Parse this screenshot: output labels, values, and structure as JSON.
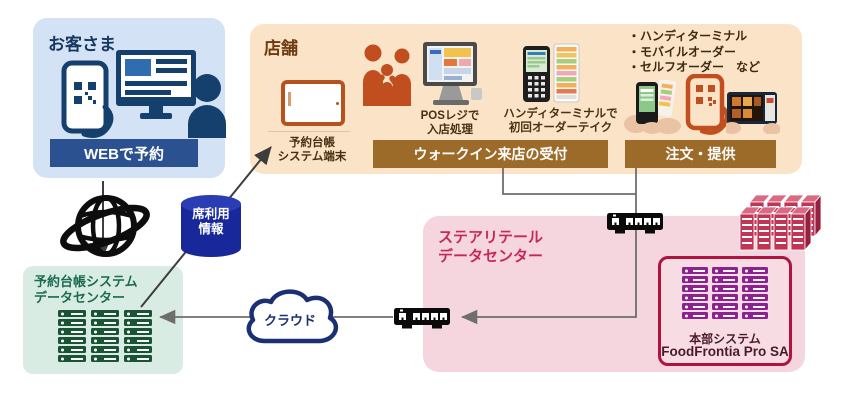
{
  "customer": {
    "title": "お客さま",
    "banner": "WEBで予約"
  },
  "store": {
    "title": "店舗",
    "tablet_label": [
      "予約台帳",
      "システム端末"
    ],
    "pos_label": [
      "POSレジで",
      "入店処理"
    ],
    "handy_label": [
      "ハンディターミナルで",
      "初回オーダーテイク"
    ],
    "walkin_banner": "ウォークイン来店の受付",
    "order_banner": "注文・提供",
    "order_methods": [
      "・ハンディターミナル",
      "・モバイルオーダー",
      "・セルフオーダー　など"
    ]
  },
  "seat_info": {
    "label": [
      "席利用",
      "情報"
    ]
  },
  "reservation_dc": {
    "title": [
      "予約台帳システム",
      "データセンター"
    ]
  },
  "cloud": {
    "label": "クラウド"
  },
  "stea_dc": {
    "title": [
      "ステアリテール",
      "データセンター"
    ]
  },
  "hq": {
    "system": "本部システム",
    "product": "FoodFrontia Pro SA"
  },
  "colors": {
    "customer_bg": "#d3e2f4",
    "customer_navy": "#173861",
    "web_banner_bg": "#2b5191",
    "store_bg": "#fae3c6",
    "store_orange": "#c14e1e",
    "brown_banner": "#9c6b29",
    "green_bg": "#d9ece3",
    "green_accent": "#1b6b52",
    "green_server": "#1a5434",
    "db_navy": "#18289a",
    "cloud_navy": "#1b2f73",
    "pink_bg": "#f5d6de",
    "crimson": "#c5295c",
    "rack_crimson": "#c23354",
    "hq_border": "#b01340",
    "purple_server": "#8e2190"
  }
}
